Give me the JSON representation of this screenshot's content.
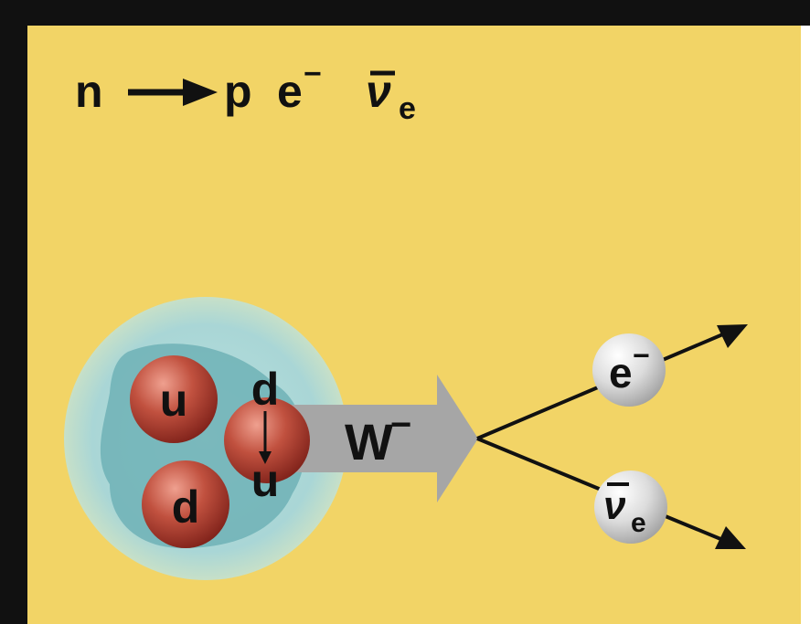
{
  "equation": {
    "neutron": "n",
    "proton": "p",
    "electron": "e",
    "electron_charge": "−",
    "antineutrino": "ν",
    "antineutrino_sub": "e"
  },
  "nucleon": {
    "quark_top": "u",
    "quark_bottom": "d",
    "quark_changing_from": "d",
    "quark_changing_to": "u"
  },
  "boson": {
    "label": "W",
    "charge": "−"
  },
  "products": {
    "electron": "e",
    "electron_charge": "−",
    "antineutrino": "ν",
    "antineutrino_sub": "e"
  },
  "colors": {
    "background": "#F2D466",
    "border": "#111111",
    "cloud_outer": "#A9D6D6",
    "cloud_inner": "#6FB2B6",
    "quark": "#B8473D",
    "arrow_gray": "#A6A6A6",
    "lepton": "#D8D8D8"
  }
}
